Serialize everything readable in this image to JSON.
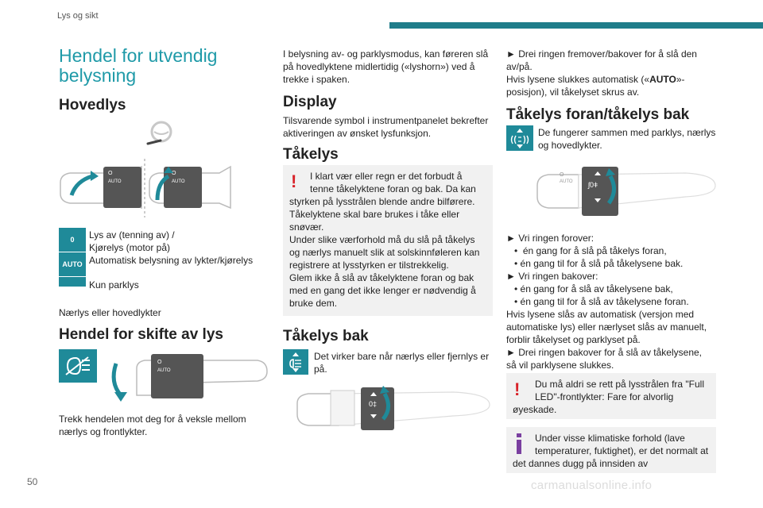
{
  "header": {
    "title": "Lys og sikt",
    "accent": "#1f7d8a"
  },
  "page_number": "50",
  "footer": {
    "url": "carmanualsonline.info"
  },
  "col1": {
    "section_title_1": "Hendel for utvendig",
    "section_title_2": "belysning",
    "hovedlys": "Hovedlys",
    "icon_off": "0",
    "off_line1": "Lys av (tenning av) /",
    "off_line2": "Kjørelys (motor på)",
    "icon_auto": "AUTO",
    "auto_text": "Automatisk belysning av lykter/kjørelys",
    "parklys": "Kun parklys",
    "naerlys": "Nærlys eller hovedlykter",
    "hendel_title": "Hendel for skifte av lys",
    "hendel_line1": "Trekk hendelen mot deg for å veksle mellom",
    "hendel_line2": "nærlys og frontlykter."
  },
  "col2": {
    "intro_1": "I belysning av- og parklysmodus, kan føreren slå",
    "intro_2": "på hovedlyktene midlertidig («lyshorn») ved å",
    "intro_3": "trekke i spaken.",
    "display_title": "Display",
    "display_1": "Tilsvarende symbol i instrumentpanelet bekrefter",
    "display_2": "aktiveringen av ønsket lysfunksjon.",
    "takelys_title": "Tåkelys",
    "warn_lines": [
      "I klart vær eller regn er det forbudt å",
      "tenne tåkelyktene foran og bak. Da kan",
      "styrken på lysstrålen blende andre bilførere.",
      "Tåkelyktene skal bare brukes i tåke eller",
      "snøvær.",
      "Under slike værforhold må du slå på tåkelys",
      "og nærlys manuelt slik at solskinnføleren kan",
      "registrere at lysstyrken er tilstrekkelig.",
      "Glem ikke å slå av tåkelyktene foran og bak",
      "med en gang det ikke lenger er nødvendig å",
      "bruke dem."
    ],
    "takelys_bak_title": "Tåkelys bak",
    "bak_1": "Det virker bare når nærlys eller fjernlys er",
    "bak_2": "på."
  },
  "col3": {
    "drei_1": "► Drei ringen fremover/bakover for å slå den",
    "drei_2": "av/på.",
    "auto_1": "Hvis lysene slukkes automatisk («",
    "auto_word": "AUTO",
    "auto_1b": "»-",
    "auto_2": "posisjon), vil tåkelyset skrus av.",
    "foran_bak_title": "Tåkelys foran/tåkelys bak",
    "fung_1": "De fungerer sammen med parklys, nærlys",
    "fung_2": "og hovedlykter.",
    "steps": [
      "► Vri ringen forover:",
      "   •  én gang for å slå på tåkelys foran,",
      "   • én gang til for å slå på tåkelysene bak.",
      "► Vri ringen bakover:",
      "   • én gang for å slå av tåkelysene bak,",
      "   • én gang til for å slå av tåkelysene foran.",
      "Hvis lysene slås av automatisk (versjon med",
      "automatiske lys) eller nærlyset slås av manuelt,",
      "forblir tåkelyset og parklyset på.",
      "► Drei ringen bakover for å slå av tåkelysene,",
      "så vil parklysene slukkes."
    ],
    "warn2_1": "Du må aldri se rett på lysstrålen fra \"Full",
    "warn2_2": "LED\"-frontlykter: Fare for alvorlig",
    "warn2_3": "øyeskade.",
    "info_1": "Under visse klimatiske forhold (lave",
    "info_2": "temperaturer, fuktighet), er det normalt at",
    "info_3": "det dannes dugg på innsiden av"
  },
  "lever_labels": {
    "o": "O",
    "auto": "AUTO"
  },
  "colors": {
    "teal": "#1f8a99",
    "title": "#1f9aa8",
    "warn": "#d8232a",
    "info": "#7a3fa0"
  }
}
